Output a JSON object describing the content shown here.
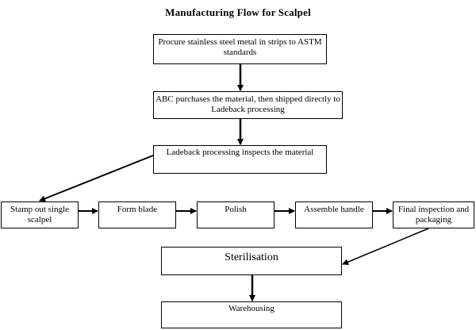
{
  "title": "Manufacturing Flow for Scalpel",
  "nodes": {
    "procure": "Procure stainless steel metal in strips to ASTM standards",
    "abc_purchase": "ABC purchases the material, then shipped directly to Ladeback processing",
    "inspect_material": "Ladeback processing inspects the material",
    "stamp": "Stamp out single scalpel",
    "form_blade": "Form blade",
    "polish": "Polish",
    "assemble": "Assemble handle",
    "final_inspection": "Final inspection and packaging",
    "sterilisation": "Sterilisation",
    "warehousing": "Warehousing"
  },
  "edges": [
    [
      "procure",
      "abc_purchase"
    ],
    [
      "abc_purchase",
      "inspect_material"
    ],
    [
      "inspect_material",
      "stamp"
    ],
    [
      "stamp",
      "form_blade"
    ],
    [
      "form_blade",
      "polish"
    ],
    [
      "polish",
      "assemble"
    ],
    [
      "assemble",
      "final_inspection"
    ],
    [
      "final_inspection",
      "sterilisation"
    ],
    [
      "sterilisation",
      "warehousing"
    ]
  ]
}
